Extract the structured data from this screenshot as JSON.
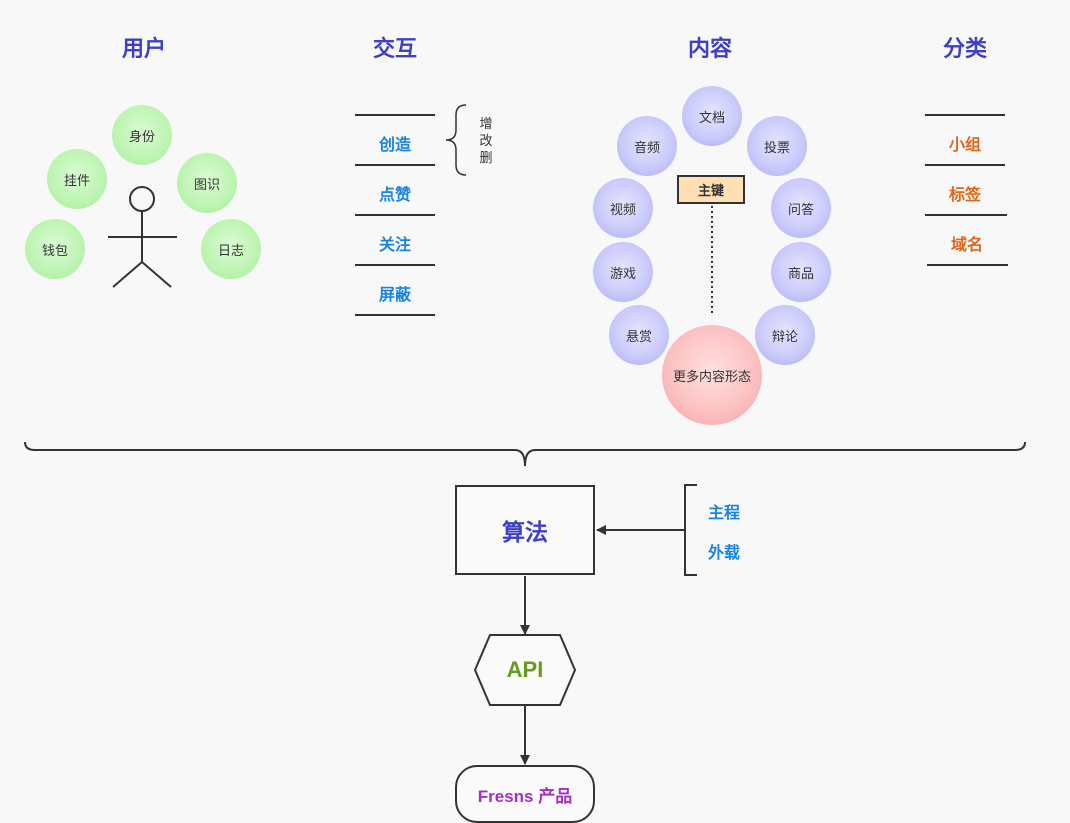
{
  "headers": {
    "user": "用户",
    "interaction": "交互",
    "content": "内容",
    "category": "分类"
  },
  "user_items": [
    "身份",
    "挂件",
    "图识",
    "钱包",
    "日志"
  ],
  "interaction_items": [
    "创造",
    "点赞",
    "关注",
    "屏蔽"
  ],
  "interaction_note": [
    "增",
    "改",
    "删"
  ],
  "content_items": [
    "文档",
    "音频",
    "投票",
    "视频",
    "问答",
    "游戏",
    "商品",
    "悬赏",
    "辩论"
  ],
  "content_key": "主键",
  "content_more": "更多内容形态",
  "category_items": [
    "小组",
    "标签",
    "域名"
  ],
  "algorithm": "算法",
  "algorithm_sources": [
    "主程",
    "外载"
  ],
  "api": "API",
  "product": "Fresns 产品",
  "colors": {
    "header": "#3d3fc9",
    "interaction_text": "#1a84e6",
    "category_text": "#e2661a",
    "api_text": "#6a9a1f",
    "product_text": "#a32fc7",
    "user_bubble": "#bff5b4",
    "content_bubble": "#cbcbfb",
    "more_bubble": "#fcc2c2",
    "key_box": "#ffe0b5"
  }
}
